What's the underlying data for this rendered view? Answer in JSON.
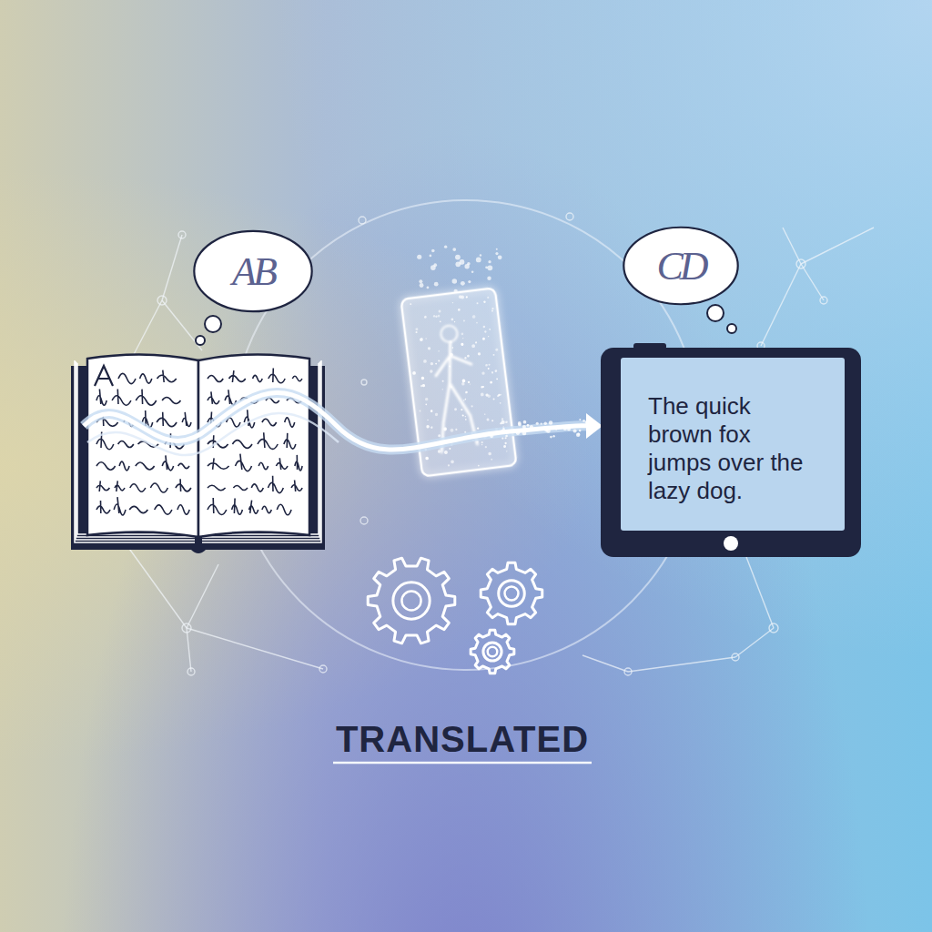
{
  "diagram": {
    "caption": "TRANSLATED",
    "nodes": [
      {
        "text": [
          "AB"
        ]
      },
      {
        "text": [
          "CD"
        ]
      },
      {
        "text": [
          "The quick brown fox jumps over the lazy dog."
        ]
      }
    ]
  }
}
